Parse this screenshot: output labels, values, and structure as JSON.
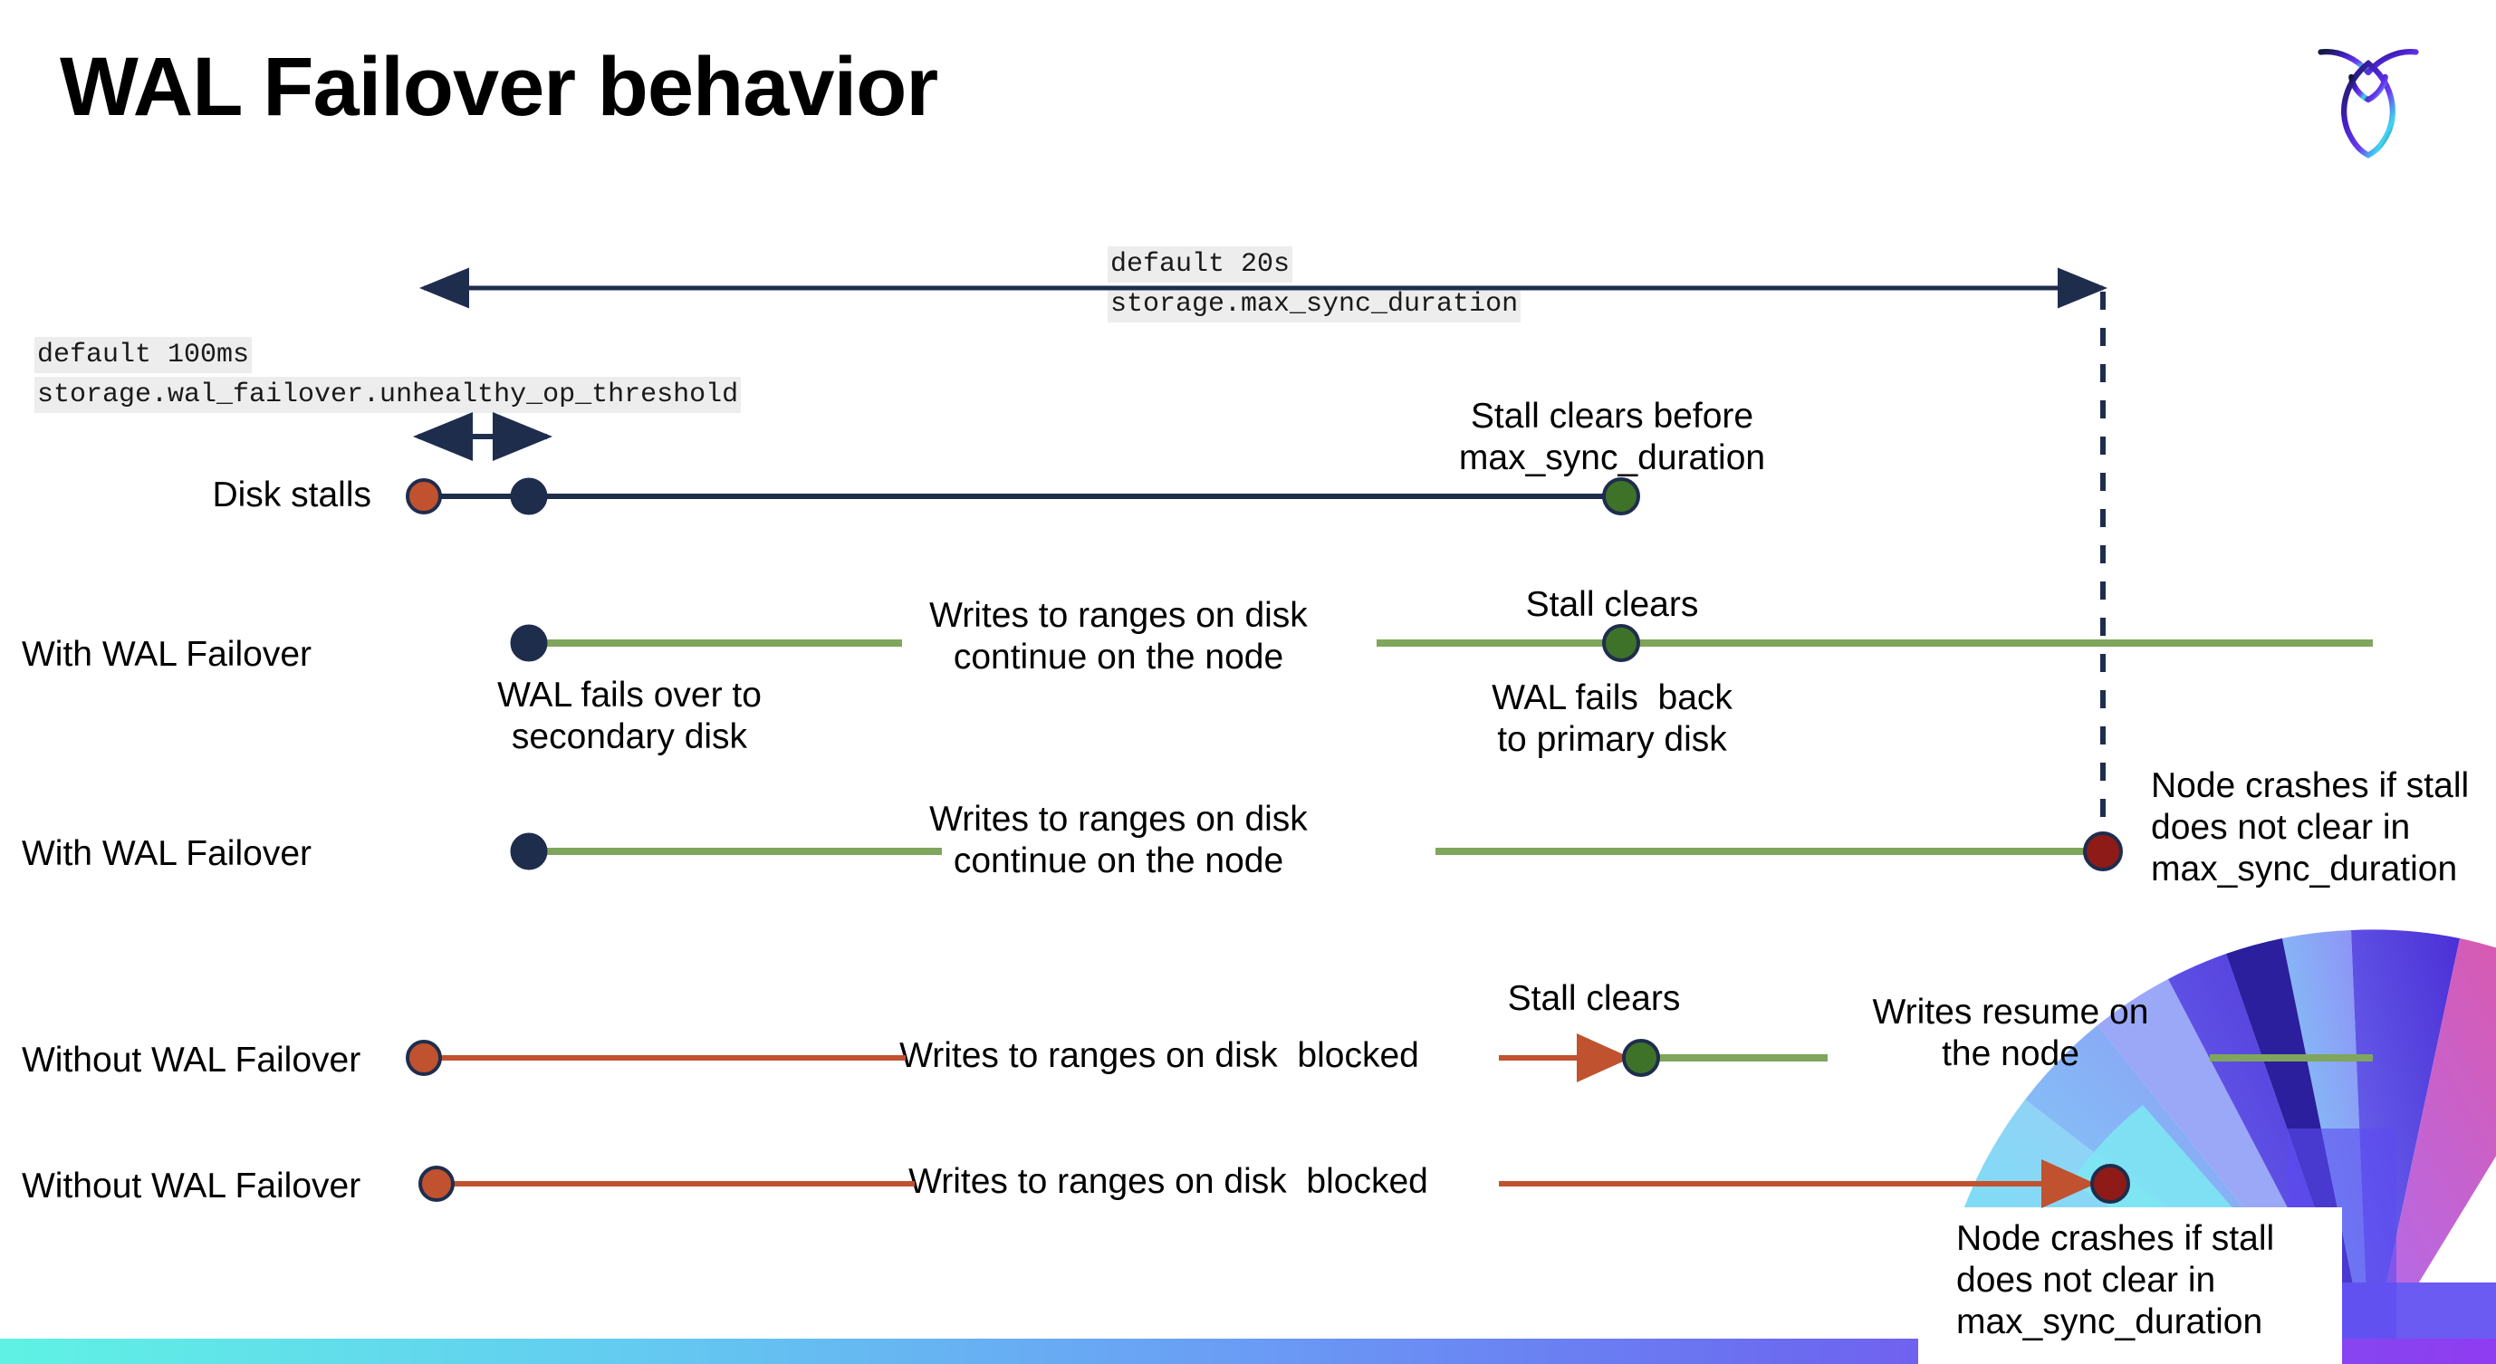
{
  "slide": {
    "title": "WAL Failover behavior",
    "logo_name": "cockroachdb-logo"
  },
  "annotations": {
    "max_sync_duration": {
      "default": "default 20s",
      "setting": "storage.max_sync_duration"
    },
    "unhealthy_op_threshold": {
      "default": "default 100ms",
      "setting": "storage.wal_failover.unhealthy_op_threshold"
    }
  },
  "rows": [
    {
      "label": "Disk stalls",
      "notes": [
        "Stall clears before\nmax_sync_duration"
      ]
    },
    {
      "label": "With WAL Failover",
      "notes": [
        "Writes to ranges on disk\ncontinue on the node",
        "Stall clears",
        "WAL fails over to\nsecondary disk",
        "WAL fails  back\nto primary disk"
      ]
    },
    {
      "label": "With WAL Failover",
      "notes": [
        "Writes to ranges on disk\ncontinue on the node",
        "Node crashes if stall\ndoes not clear in\nmax_sync_duration"
      ]
    },
    {
      "label": "Without WAL Failover",
      "notes": [
        "Writes to ranges on disk  blocked",
        "Stall clears",
        "Writes resume on\nthe node"
      ]
    },
    {
      "label": "Without WAL Failover",
      "notes": [
        "Writes to ranges on disk  blocked",
        "Node crashes if stall\ndoes not clear in\nmax_sync_duration"
      ]
    }
  ],
  "colors": {
    "navy": "#1f2d4d",
    "green_line": "#7fa65c",
    "green_dot": "#3f7229",
    "orange": "#c0522f",
    "dark_red": "#8e1b17",
    "code_bg": "#ededed",
    "text": "#000000"
  }
}
